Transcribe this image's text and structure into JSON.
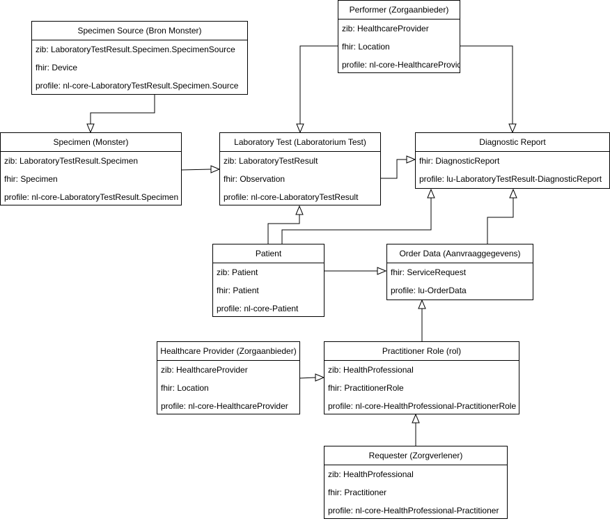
{
  "boxes": {
    "performer": {
      "title": "Performer (Zorgaanbieder)",
      "rows": [
        "zib: HealthcareProvider",
        "fhir: Location",
        "profile: nl-core-HealthcareProvider"
      ]
    },
    "specimen_source": {
      "title": "Specimen Source (Bron Monster)",
      "rows": [
        "zib: LaboratoryTestResult.Specimen.SpecimenSource",
        "fhir: Device",
        "profile: nl-core-LaboratoryTestResult.Specimen.Source"
      ]
    },
    "specimen": {
      "title": "Specimen (Monster)",
      "rows": [
        "zib: LaboratoryTestResult.Specimen",
        "fhir: Specimen",
        "profile: nl-core-LaboratoryTestResult.Specimen"
      ]
    },
    "lab_test": {
      "title": "Laboratory Test (Laboratorium Test)",
      "rows": [
        "zib: LaboratoryTestResult",
        "fhir: Observation",
        "profile: nl-core-LaboratoryTestResult"
      ]
    },
    "diagnostic_report": {
      "title": "Diagnostic Report",
      "rows": [
        "fhir: DiagnosticReport",
        "profile: lu-LaboratoryTestResult-DiagnosticReport"
      ]
    },
    "patient": {
      "title": "Patient",
      "rows": [
        "zib: Patient",
        "fhir: Patient",
        "profile: nl-core-Patient"
      ]
    },
    "order_data": {
      "title": "Order Data (Aanvraaggegevens)",
      "rows": [
        "fhir: ServiceRequest",
        "profile: lu-OrderData"
      ]
    },
    "healthcare_provider": {
      "title": "Healthcare Provider (Zorgaanbieder)",
      "rows": [
        "zib: HealthcareProvider",
        "fhir: Location",
        "profile: nl-core-HealthcareProvider"
      ]
    },
    "practitioner_role": {
      "title": "Practitioner Role (rol)",
      "rows": [
        "zib: HealthProfessional",
        "fhir: PractitionerRole",
        "profile: nl-core-HealthProfessional-PractitionerRole"
      ]
    },
    "requester": {
      "title": "Requester (Zorgverlener)",
      "rows": [
        "zib: HealthProfessional",
        "fhir: Practitioner",
        "profile: nl-core-HealthProfessional-Practitioner"
      ]
    }
  }
}
